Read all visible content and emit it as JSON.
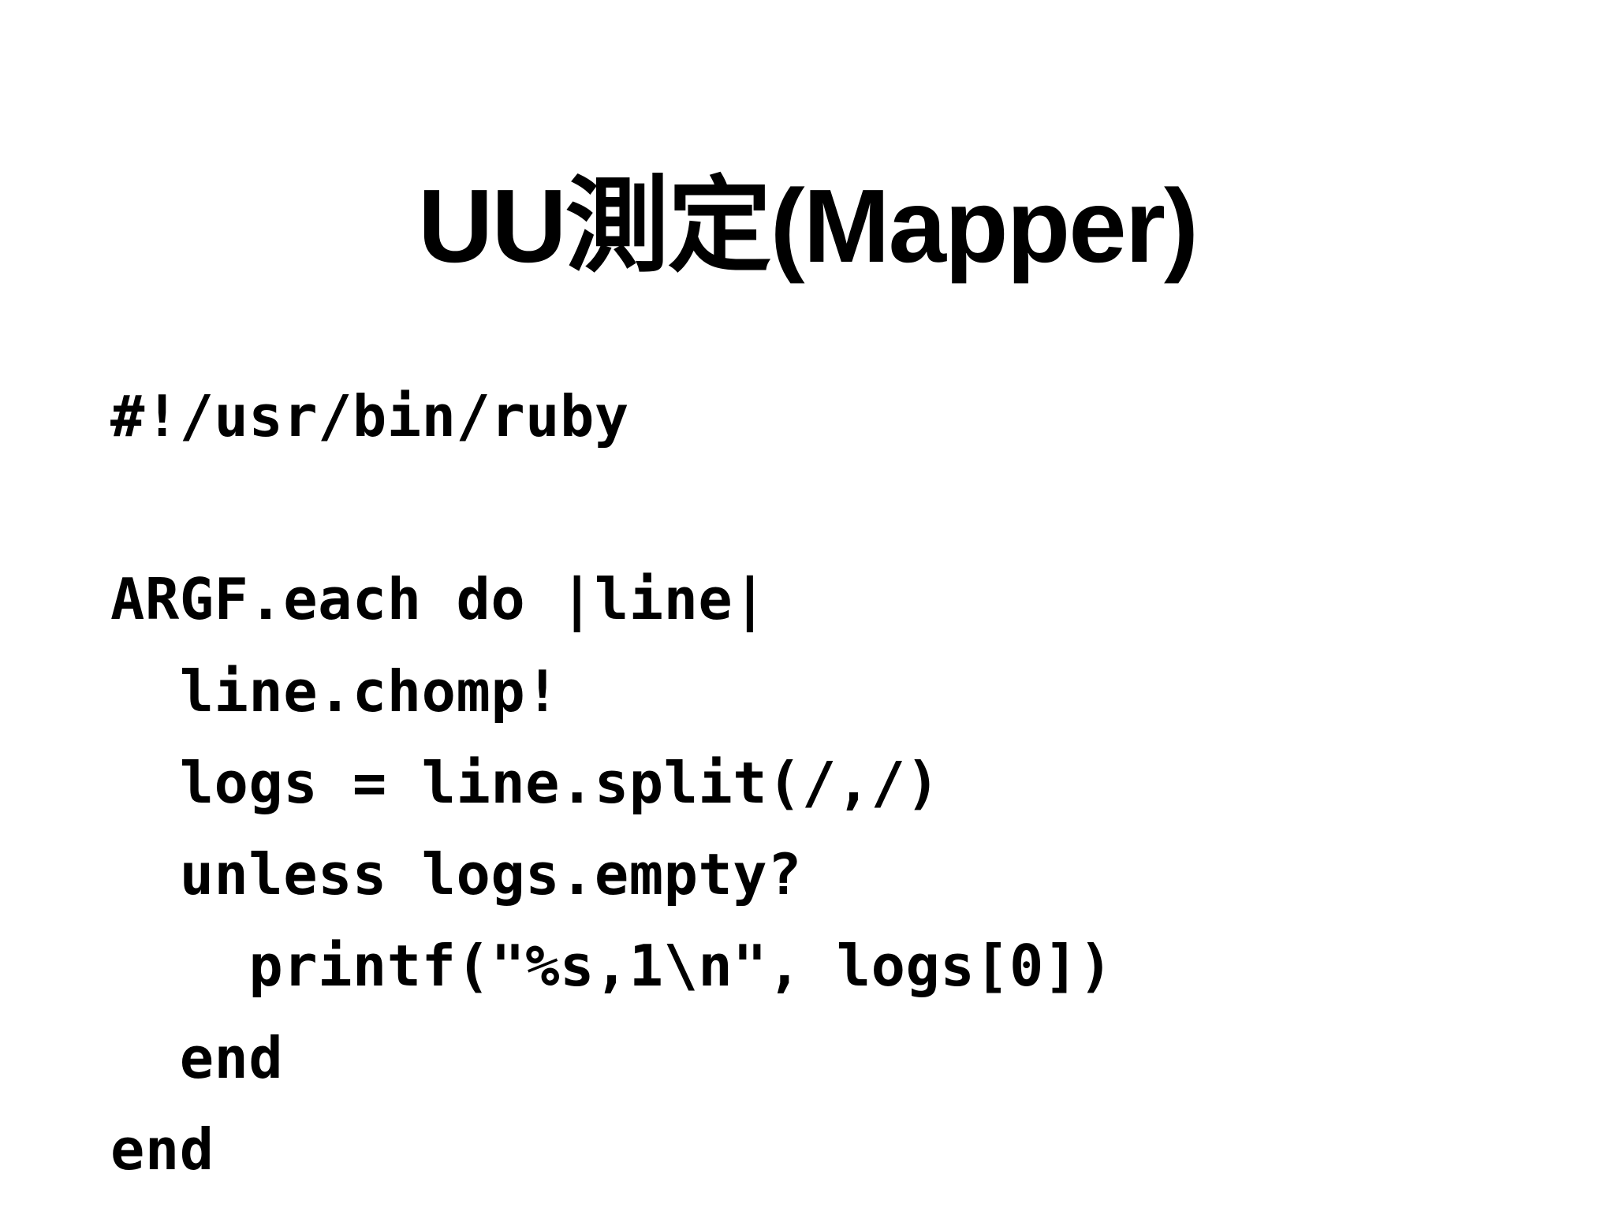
{
  "slide": {
    "title": "UU測定(Mapper)",
    "background_color": "#ffffff",
    "text_color": "#000000",
    "code": {
      "language": "ruby",
      "lines": [
        "#!/usr/bin/ruby",
        "",
        "ARGF.each do |line|",
        "  line.chomp!",
        "  logs = line.split(/,/)",
        "  unless logs.empty?",
        "    printf(\"%s,1\\n\", logs[0])",
        "  end",
        "end"
      ]
    }
  }
}
